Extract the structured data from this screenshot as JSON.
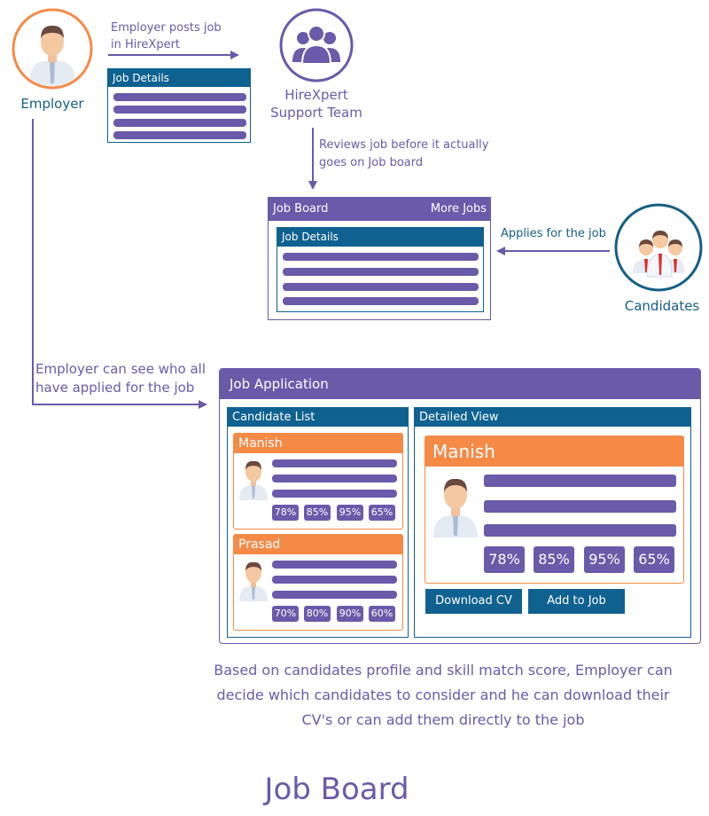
{
  "employer": {
    "label": "Employer"
  },
  "post_step": {
    "line1": "Employer posts job",
    "line2": "in HireXpert"
  },
  "job_details_small": {
    "title": "Job Details"
  },
  "support": {
    "line1": "HireXpert",
    "line2": "Support Team"
  },
  "review_step": {
    "line1": "Reviews job before it actually",
    "line2": "goes on Job board"
  },
  "job_board_panel": {
    "title": "Job Board",
    "more": "More Jobs",
    "inner_title": "Job Details"
  },
  "apply_step": {
    "label": "Applies for the job"
  },
  "candidates": {
    "label": "Candidates"
  },
  "see_step": {
    "line1": "Employer can see who all",
    "line2": "have applied for the job"
  },
  "job_application": {
    "title": "Job Application",
    "candidate_list_title": "Candidate List",
    "detailed_view_title": "Detailed View",
    "candidates": [
      {
        "name": "Manish",
        "scores": [
          "78%",
          "85%",
          "95%",
          "65%"
        ]
      },
      {
        "name": "Prasad",
        "scores": [
          "70%",
          "80%",
          "90%",
          "60%"
        ]
      }
    ],
    "detail": {
      "name": "Manish",
      "scores": [
        "78%",
        "85%",
        "95%",
        "65%"
      ]
    },
    "download_cv": "Download CV",
    "add_to_job": "Add to Job"
  },
  "caption": {
    "line1": "Based on candidates profile and skill match score, Employer can",
    "line2": "decide which candidates to consider and he can download their",
    "line3": "CV's or can add them directly to the job"
  },
  "title": "Job Board",
  "colors": {
    "purple": "#6a5aaa",
    "teal": "#0f6190",
    "orange": "#f58a47"
  }
}
